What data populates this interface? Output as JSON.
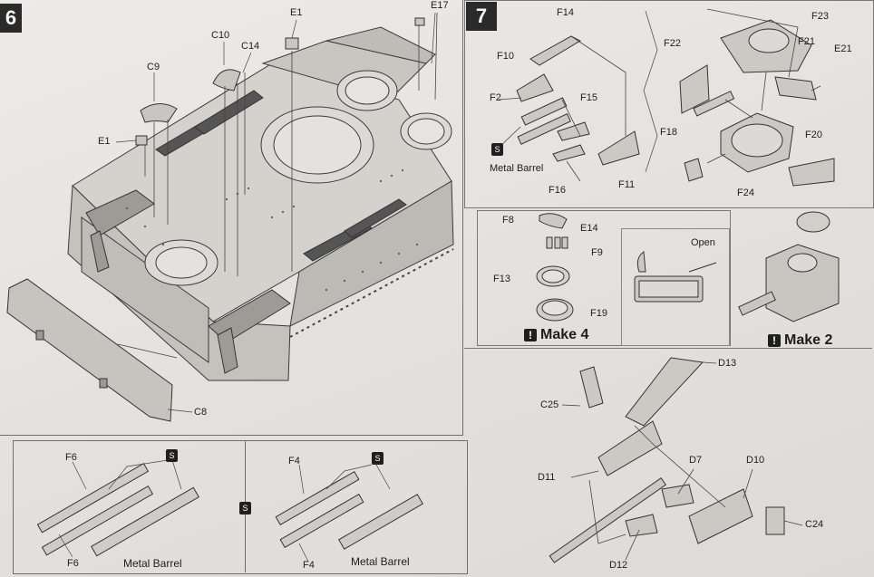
{
  "steps": {
    "step6": {
      "number": "6"
    },
    "step7": {
      "number": "7"
    }
  },
  "labels": {
    "e1_top": "E1",
    "e17": "E17",
    "c10": "C10",
    "c14": "C14",
    "c9": "C9",
    "e1_left": "E1",
    "c8": "C8",
    "f14": "F14",
    "f10": "F10",
    "f2": "F2",
    "f15": "F15",
    "f16": "F16",
    "f11": "F11",
    "metal_barrel_7": "Metal Barrel",
    "f23": "F23",
    "f22": "F22",
    "f21": "F21",
    "e21": "E21",
    "f18": "F18",
    "f20": "F20",
    "f24": "F24",
    "f8": "F8",
    "e14": "E14",
    "f9": "F9",
    "f13": "F13",
    "f19": "F19",
    "open": "Open",
    "make4": "Make 4",
    "make2": "Make 2",
    "d13": "D13",
    "c25": "C25",
    "d11": "D11",
    "d7": "D7",
    "d10": "D10",
    "c24": "C24",
    "d12": "D12",
    "f6_top": "F6",
    "f6_bottom": "F6",
    "metal_barrel_a": "Metal Barrel",
    "f4_top": "F4",
    "f4_bottom": "F4",
    "metal_barrel_b": "Metal Barrel"
  },
  "icons": {
    "make_alert": "exclamation-box-icon",
    "metal_part": "metal-part-icon",
    "sequence": "sequence-icon"
  },
  "colors": {
    "ink": "#1d1d1d",
    "hull_fill": "#cfccc8",
    "hull_shade": "#b5b2ae",
    "part_fill": "#d8d6d3",
    "line": "#555555"
  }
}
